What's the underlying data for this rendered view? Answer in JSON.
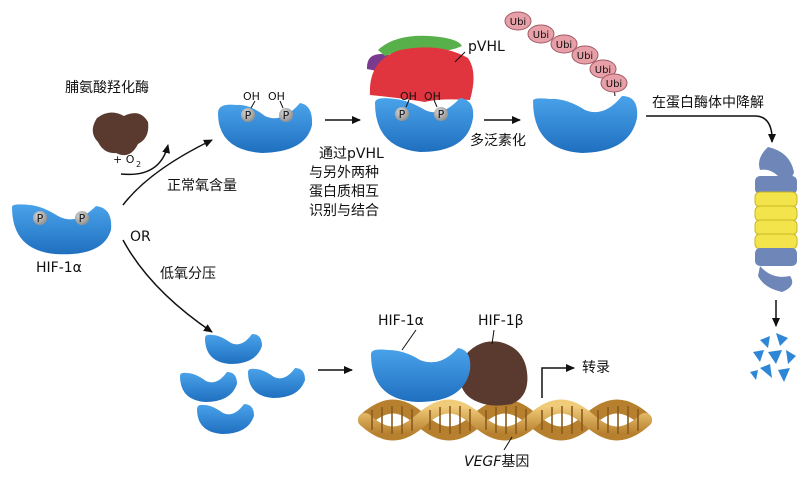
{
  "labels": {
    "hydroxylase": "脯氨酸羟化酶",
    "oxygen": "+ O",
    "oxygen_sub": "2",
    "normoxia": "正常氧含量",
    "or": "OR",
    "hif1a_left": "HIF-1α",
    "hypoxia": "低氧分压",
    "oh_left": "OH",
    "oh_right": "OH",
    "p": "P",
    "pvhl": "pVHL",
    "pvhl_desc_1": "通过pVHL",
    "pvhl_desc_2": "与另外两种",
    "pvhl_desc_3": "蛋白质相互",
    "pvhl_desc_4": "识别与结合",
    "ubiquitination": "多泛素化",
    "ubi": "Ubi",
    "proteasome": "在蛋白酶体中降解",
    "hif1a_complex": "HIF-1α",
    "hif1b": "HIF-1β",
    "transcription": "转录",
    "vegf_italic": "VEGF",
    "vegf_gene": "基因"
  },
  "colors": {
    "hif_blue": "#2e86d6",
    "hydroxylase_brown": "#5a3a2f",
    "pvhl_red": "#e0353f",
    "pvhl_green": "#58b04a",
    "pvhl_purple": "#7a3b8f",
    "ubi_pink": "#e8a0a8",
    "dna_gold": "#d6a24a",
    "proteasome_yellow": "#f2e44a",
    "proteasome_blue": "#6f86b8"
  }
}
